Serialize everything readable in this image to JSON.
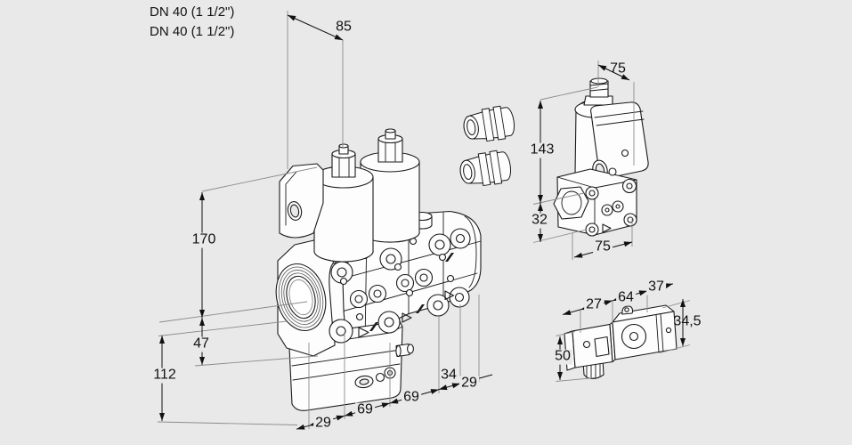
{
  "drawing": {
    "background": "#e9e9e9",
    "ink": "#1a1a1a",
    "dim_ink": "#111111",
    "ext_ink": "#8c8c8c",
    "port_labels": {
      "line1": "DN 40 (1 1/2\")",
      "line2": "DN 40 (1 1/2\")"
    },
    "main_valve": {
      "description": "double solenoid valve, isometric view",
      "dims": {
        "coil_offset_top": "85",
        "overall_height": "170",
        "port_axis_height": "47",
        "lower_section_height": "112",
        "chain": [
          "29",
          "69",
          "69",
          "34",
          "29"
        ]
      }
    },
    "side_valve": {
      "description": "single solenoid valve, side view",
      "dims": {
        "top_width": "75",
        "height_to_top": "143",
        "body_height": "32",
        "body_width": "75"
      }
    },
    "pressure_switch": {
      "description": "pressure switch detail",
      "dims": {
        "connector_width": "27",
        "body_length": "64",
        "top_depth": "37",
        "body_height": "34,5",
        "overall_height": "50"
      }
    }
  }
}
